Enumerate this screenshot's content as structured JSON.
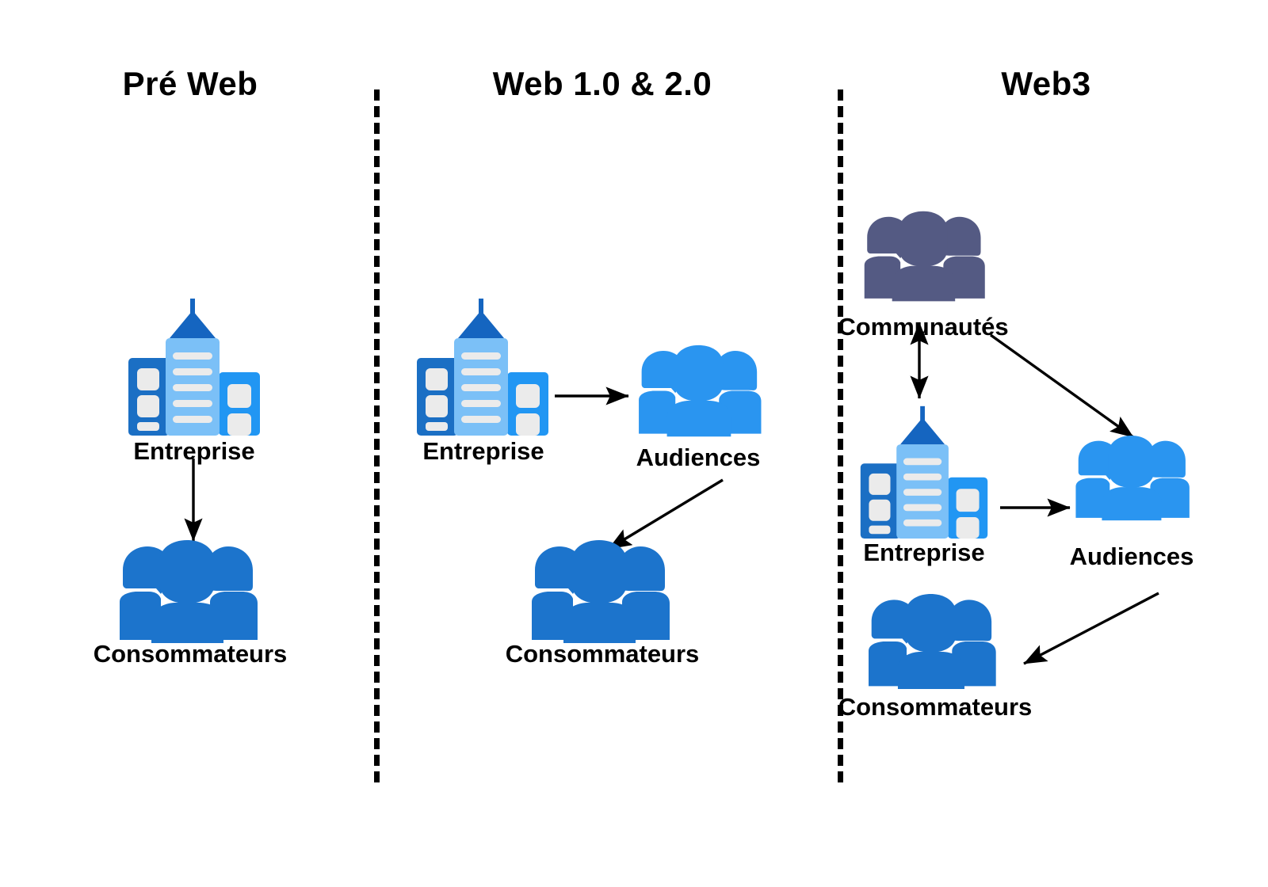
{
  "diagram": {
    "title_hidden": "",
    "columns": [
      {
        "id": "pre-web",
        "title": "Pré  Web",
        "nodes": [
          {
            "id": "entreprise",
            "label": "Entreprise",
            "icon": "building-icon",
            "color": "#1a7fd4"
          },
          {
            "id": "consommateurs",
            "label": "Consommateurs",
            "icon": "people-group-icon",
            "color": "#1c74cc"
          }
        ],
        "edges": [
          {
            "from": "entreprise",
            "to": "consommateurs",
            "style": "single"
          }
        ]
      },
      {
        "id": "web-1-2",
        "title": "Web 1.0 & 2.0",
        "nodes": [
          {
            "id": "entreprise",
            "label": "Entreprise",
            "icon": "building-icon",
            "color": "#1a7fd4"
          },
          {
            "id": "audiences",
            "label": "Audiences",
            "icon": "people-group-icon",
            "color": "#2a95f0"
          },
          {
            "id": "consommateurs",
            "label": "Consommateurs",
            "icon": "people-group-icon",
            "color": "#1c74cc"
          }
        ],
        "edges": [
          {
            "from": "entreprise",
            "to": "audiences",
            "style": "single"
          },
          {
            "from": "audiences",
            "to": "consommateurs",
            "style": "single"
          }
        ]
      },
      {
        "id": "web3",
        "title": "Web3",
        "nodes": [
          {
            "id": "communautes",
            "label": "Communautés",
            "icon": "people-group-icon",
            "color": "#545a83"
          },
          {
            "id": "entreprise",
            "label": "Entreprise",
            "icon": "building-icon",
            "color": "#1a7fd4"
          },
          {
            "id": "audiences",
            "label": "Audiences",
            "icon": "people-group-icon",
            "color": "#2a95f0"
          },
          {
            "id": "consommateurs",
            "label": "Consommateurs",
            "icon": "people-group-icon",
            "color": "#1c74cc"
          }
        ],
        "edges": [
          {
            "from": "communautes",
            "to": "entreprise",
            "style": "double"
          },
          {
            "from": "communautes",
            "to": "audiences",
            "style": "single"
          },
          {
            "from": "entreprise",
            "to": "audiences",
            "style": "single"
          },
          {
            "from": "audiences",
            "to": "consommateurs",
            "style": "single"
          }
        ]
      }
    ],
    "colors": {
      "building_dark": "#1b6fc4",
      "building_mid": "#2196f3",
      "building_light": "#7bc0f7",
      "building_roof": "#1565c0",
      "building_window": "#ebebeb",
      "people_blue": "#1c74cc",
      "people_light_blue": "#2a95f0",
      "people_slate": "#545a83",
      "stroke": "#000000"
    }
  }
}
